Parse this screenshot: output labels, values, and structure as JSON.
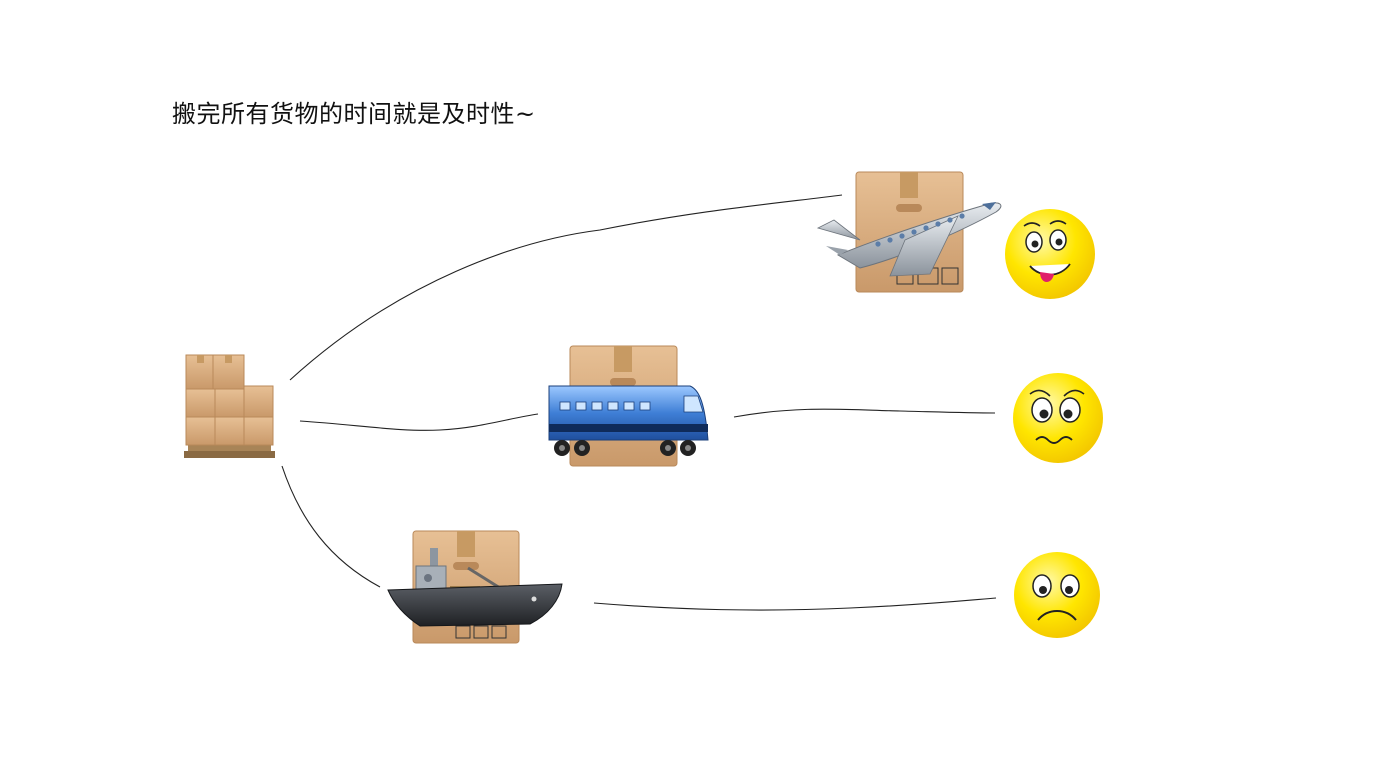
{
  "slide": {
    "title": "搬完所有货物的时间就是及时性~"
  },
  "colors": {
    "box": "#d9ae7c",
    "box_dark": "#b9895a",
    "tape": "#c79a63",
    "plane": "#b8bec6",
    "train": "#3f7fd6",
    "ship": "#3a3d42",
    "smiley": "#ffe600",
    "line": "#222222"
  },
  "diagram": {
    "source": {
      "icon": "pallet-boxes-icon"
    },
    "routes": [
      {
        "id": "air",
        "vehicle_icon": "airplane-icon",
        "cargo_icon": "cargo-box-icon",
        "result_icon": "happy-face-icon"
      },
      {
        "id": "rail",
        "vehicle_icon": "train-icon",
        "cargo_icon": "cargo-box-icon",
        "result_icon": "worried-face-icon"
      },
      {
        "id": "sea",
        "vehicle_icon": "ship-icon",
        "cargo_icon": "cargo-box-icon",
        "result_icon": "sad-face-icon"
      }
    ]
  }
}
